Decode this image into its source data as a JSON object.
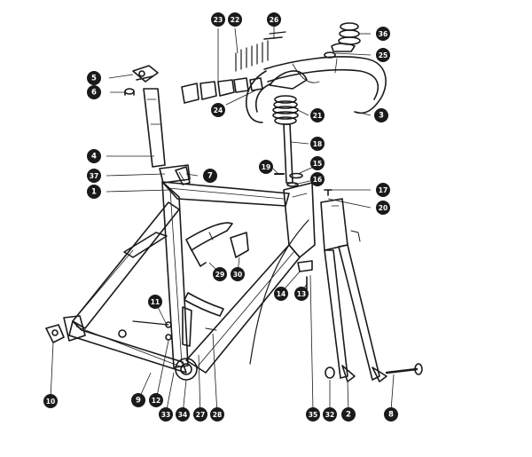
{
  "diagram": {
    "style": "exploded-view line drawing",
    "part_callouts": [
      {
        "id": "c1",
        "label": "1"
      },
      {
        "id": "c2",
        "label": "2"
      },
      {
        "id": "c3",
        "label": "3"
      },
      {
        "id": "c4",
        "label": "4"
      },
      {
        "id": "c5",
        "label": "5"
      },
      {
        "id": "c6",
        "label": "6"
      },
      {
        "id": "c7",
        "label": "7"
      },
      {
        "id": "c8",
        "label": "8"
      },
      {
        "id": "c9",
        "label": "9"
      },
      {
        "id": "c10",
        "label": "10"
      },
      {
        "id": "c11",
        "label": "11"
      },
      {
        "id": "c12",
        "label": "12"
      },
      {
        "id": "c13",
        "label": "13"
      },
      {
        "id": "c14",
        "label": "14"
      },
      {
        "id": "c15",
        "label": "15"
      },
      {
        "id": "c16",
        "label": "16"
      },
      {
        "id": "c17",
        "label": "17"
      },
      {
        "id": "c18",
        "label": "18"
      },
      {
        "id": "c19",
        "label": "19"
      },
      {
        "id": "c20",
        "label": "20"
      },
      {
        "id": "c21",
        "label": "21"
      },
      {
        "id": "c22",
        "label": "22"
      },
      {
        "id": "c23",
        "label": "23"
      },
      {
        "id": "c24",
        "label": "24"
      },
      {
        "id": "c25",
        "label": "25"
      },
      {
        "id": "c26",
        "label": "26"
      },
      {
        "id": "c27",
        "label": "27"
      },
      {
        "id": "c28",
        "label": "28"
      },
      {
        "id": "c29",
        "label": "29"
      },
      {
        "id": "c30",
        "label": "30"
      },
      {
        "id": "c32",
        "label": "32"
      },
      {
        "id": "c33",
        "label": "33"
      },
      {
        "id": "c34",
        "label": "34"
      },
      {
        "id": "c35",
        "label": "35"
      },
      {
        "id": "c36",
        "label": "36"
      },
      {
        "id": "c37",
        "label": "37"
      }
    ],
    "colors": {
      "callout_fill": "#1a1a1a",
      "callout_text": "#ffffff",
      "line": "#1a1a1a",
      "background": "#ffffff"
    }
  }
}
